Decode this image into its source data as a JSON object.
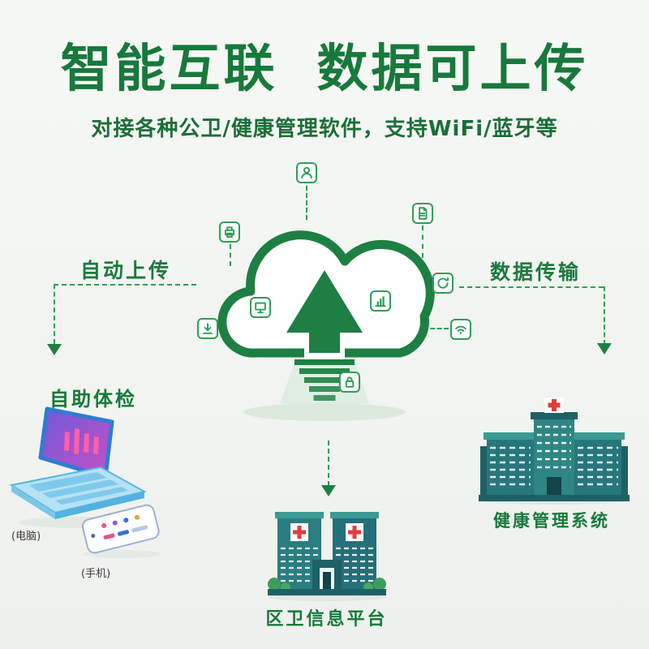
{
  "colors": {
    "title_green": "#17793c",
    "diagram_green": "#1e7f43",
    "icon_green": "#2f9e57",
    "building_teal": "#27777a",
    "cross_red": "#e03c3c"
  },
  "header": {
    "title": "智能互联 数据可上传",
    "subtitle": "对接各种公卫/健康管理软件，支持WiFi/蓝牙等"
  },
  "flow": {
    "left_label": "自动上传",
    "right_label": "数据传输"
  },
  "sections": {
    "self_service": {
      "title": "自助体检",
      "computer_caption": "(电脑)",
      "phone_caption": "(手机)"
    },
    "health_system": {
      "title": "健康管理系统"
    },
    "district_platform": {
      "title": "区卫信息平台"
    }
  },
  "cloud_icons": [
    "user-icon",
    "printer-icon",
    "document-icon",
    "monitor-icon",
    "download-icon",
    "bar-chart-icon",
    "refresh-icon",
    "wifi-icon",
    "lock-icon"
  ]
}
